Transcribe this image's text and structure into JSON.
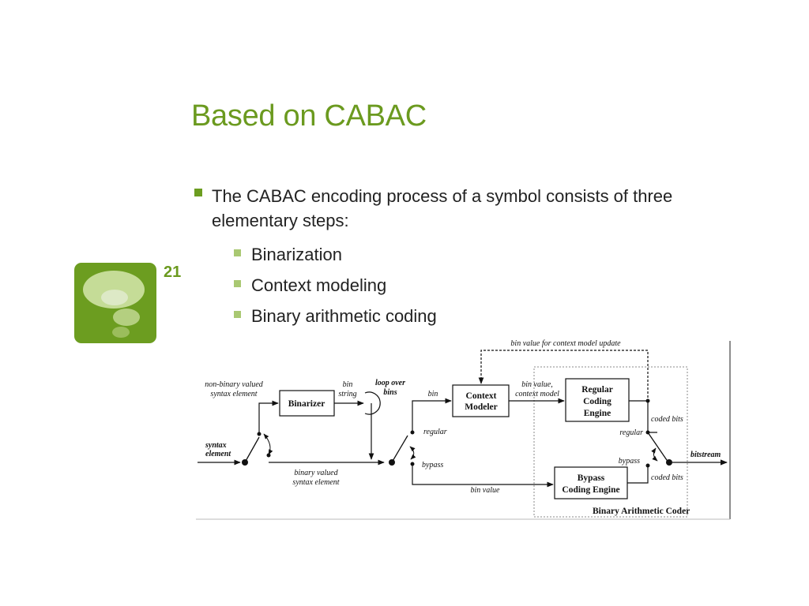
{
  "slide": {
    "title": "Based on CABAC",
    "number": "21",
    "accent_color": "#6b9a1f",
    "bullets": {
      "main": "The CABAC encoding process of a symbol consists of three elementary steps:",
      "sub": [
        "Binarization",
        "Context modeling",
        "Binary arithmetic coding"
      ]
    }
  },
  "diagram": {
    "blocks": {
      "binarizer": "Binarizer",
      "context_modeler": [
        "Context",
        "Modeler"
      ],
      "regular_engine": [
        "Regular",
        "Coding",
        "Engine"
      ],
      "bypass_engine": [
        "Bypass",
        "Coding Engine"
      ],
      "bac": "Binary Arithmetic Coder"
    },
    "labels": {
      "non_binary": [
        "non-binary valued",
        "syntax element"
      ],
      "syntax_element": [
        "syntax",
        "element"
      ],
      "bin_string": [
        "bin",
        "string"
      ],
      "loop_over_bins": [
        "loop over",
        "bins"
      ],
      "bin": "bin",
      "regular_left": "regular",
      "bypass_left": "bypass",
      "binary_valued": [
        "binary valued",
        "syntax element"
      ],
      "bin_value_context": [
        "bin value,",
        "context model"
      ],
      "bin_value_update": "bin value for context model update",
      "coded_bits_top": "coded bits",
      "regular_right": "regular",
      "bypass_right": "bypass",
      "coded_bits_bottom": "coded bits",
      "bitstream": "bitstream",
      "bin_value_bottom": "bin value"
    }
  }
}
